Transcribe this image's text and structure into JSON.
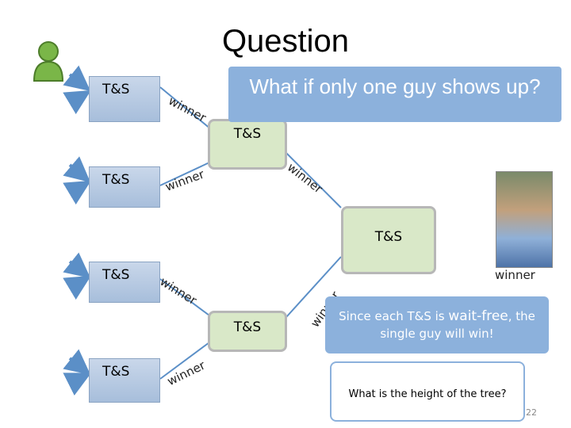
{
  "title": "Question",
  "node_label": "T&S",
  "winner_label": "winner",
  "callout_top": "What if only one guy shows up?",
  "callout_mid": {
    "line1_pre": "Since each T&S is ",
    "line1_em": "wait-free",
    "line1_post": ", the",
    "line2": "single guy will win!"
  },
  "callout_bottom": "What is the height of the tree?",
  "page_number": "22",
  "photo_caption": "winner",
  "colors": {
    "callout": "#8cb1dc",
    "leaf_node": "#b8cde6",
    "inner_node": "#d9e8c8",
    "person_icon": "#7ab648"
  }
}
